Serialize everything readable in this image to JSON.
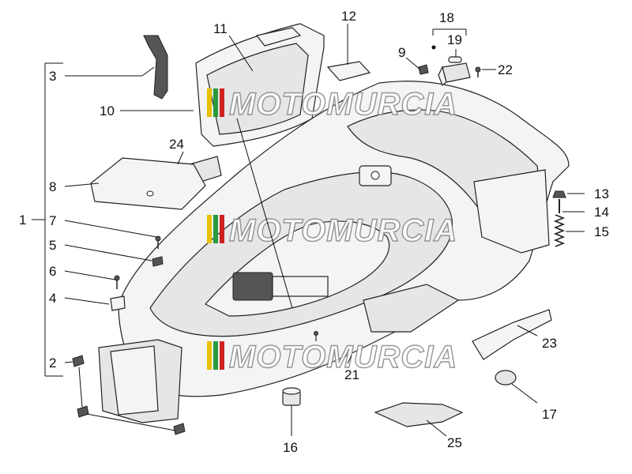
{
  "callouts": [
    "1",
    "2",
    "3",
    "4",
    "5",
    "6",
    "7",
    "8",
    "9",
    "10",
    "11",
    "12",
    "13",
    "14",
    "15",
    "16",
    "17",
    "18",
    "19",
    "21",
    "22",
    "23",
    "24",
    "25"
  ],
  "watermark": {
    "text": "MOTOMURCIA",
    "stripe_colors": [
      "#e8c000",
      "#2a9a3a",
      "#d02020"
    ]
  }
}
